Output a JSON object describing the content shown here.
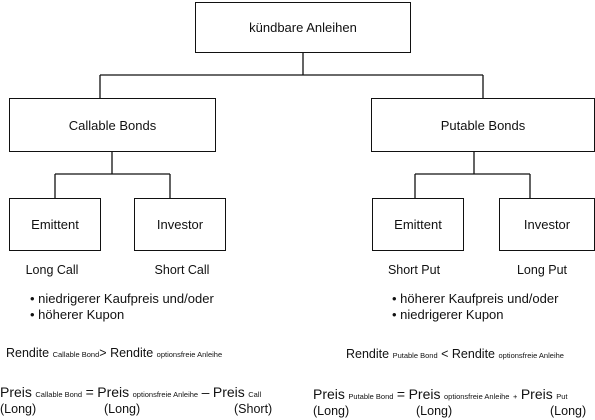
{
  "root": {
    "label": "kündbare Anleihen"
  },
  "callable": {
    "label": "Callable Bonds",
    "emittent": {
      "box": "Emittent",
      "position": "Long Call"
    },
    "investor": {
      "box": "Investor",
      "position": "Short Call"
    },
    "bullets": [
      "• niedrigerer Kaufpreis und/oder",
      "• höherer Kupon"
    ],
    "yield_formula": {
      "rendite_1": "Rendite",
      "sub_1": "Callable Bond",
      "op": ">",
      "rendite_2": "Rendite",
      "sub_2": "optionsfreie Anleihe"
    },
    "price_formula": {
      "preis_1": "Preis",
      "sub_1": "Callable Bond",
      "eq": "=",
      "preis_2": "Preis",
      "sub_2": "optionsfreie Anleihe",
      "op": "–",
      "preis_3": "Preis",
      "sub_3": "Call",
      "role_1": "(Long)",
      "role_2": "(Long)",
      "role_3": "(Short)"
    }
  },
  "putable": {
    "label": "Putable Bonds",
    "emittent": {
      "box": "Emittent",
      "position": "Short Put"
    },
    "investor": {
      "box": "Investor",
      "position": "Long Put"
    },
    "bullets": [
      "• höherer Kaufpreis und/oder",
      "• niedrigerer Kupon"
    ],
    "yield_formula": {
      "rendite_1": "Rendite",
      "sub_1": "Putable Bond",
      "op": "<",
      "rendite_2": "Rendite",
      "sub_2": "optionsfreie Anleihe"
    },
    "price_formula": {
      "preis_1": "Preis",
      "sub_1": "Putable Bond",
      "eq": "=",
      "preis_2": "Preis",
      "sub_2": "optionsfreie Anleihe",
      "op": "+",
      "preis_3": "Preis",
      "sub_3": "Put",
      "role_1": "(Long)",
      "role_2": "(Long)",
      "role_3": "(Long)"
    }
  }
}
